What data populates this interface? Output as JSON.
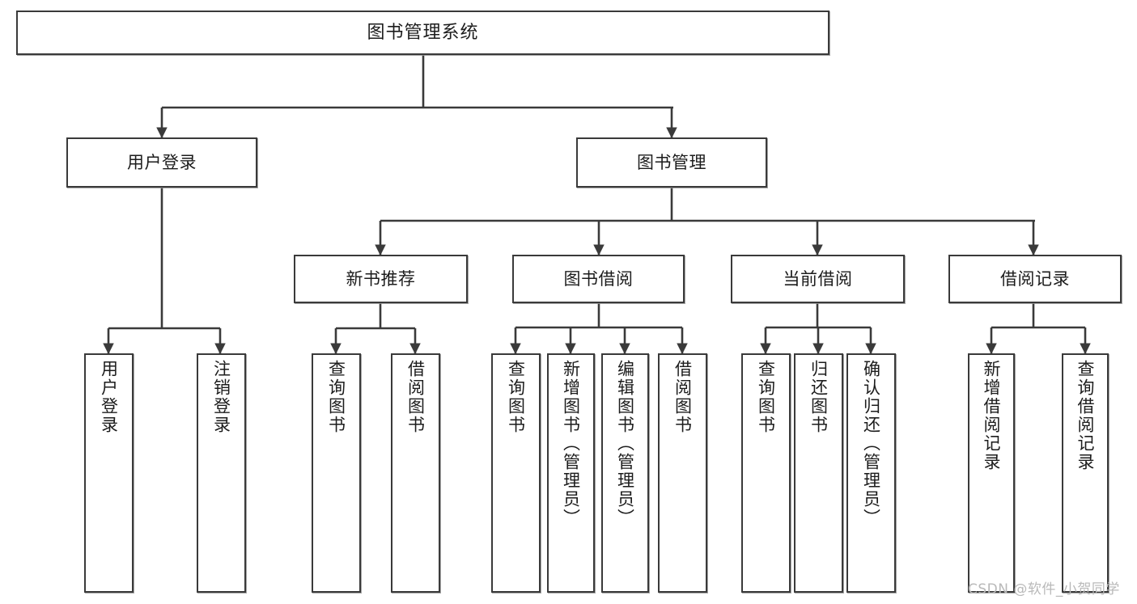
{
  "diagram": {
    "title": "图书管理系统",
    "type": "tree-hierarchy-chart",
    "watermark": "CSDN @软件_小贺同学",
    "levels": {
      "root": {
        "label": "图书管理系统"
      },
      "level2": [
        {
          "id": "user-login",
          "label": "用户登录"
        },
        {
          "id": "book-management",
          "label": "图书管理"
        }
      ],
      "level3": [
        {
          "id": "new-book-recommend",
          "label": "新书推荐",
          "parent": "book-management"
        },
        {
          "id": "book-borrow",
          "label": "图书借阅",
          "parent": "book-management"
        },
        {
          "id": "current-borrow",
          "label": "当前借阅",
          "parent": "book-management"
        },
        {
          "id": "borrow-record",
          "label": "借阅记录",
          "parent": "book-management"
        }
      ],
      "leaves": [
        {
          "id": "leaf-user-login",
          "label": "用户登录",
          "parent": "user-login"
        },
        {
          "id": "leaf-logout-login",
          "label": "注销登录",
          "parent": "user-login"
        },
        {
          "id": "leaf-query-book-1",
          "label": "查询图书",
          "parent": "new-book-recommend"
        },
        {
          "id": "leaf-borrow-book-1",
          "label": "借阅图书",
          "parent": "new-book-recommend"
        },
        {
          "id": "leaf-query-book-2",
          "label": "查询图书",
          "parent": "book-borrow"
        },
        {
          "id": "leaf-add-book",
          "label": "新增图书（管理员）",
          "parent": "book-borrow"
        },
        {
          "id": "leaf-edit-book",
          "label": "编辑图书（管理员）",
          "parent": "book-borrow"
        },
        {
          "id": "leaf-borrow-book-2",
          "label": "借阅图书",
          "parent": "book-borrow"
        },
        {
          "id": "leaf-query-book-3",
          "label": "查询图书",
          "parent": "current-borrow"
        },
        {
          "id": "leaf-return-book",
          "label": "归还图书",
          "parent": "current-borrow"
        },
        {
          "id": "leaf-confirm-return",
          "label": "确认归还（管理员）",
          "parent": "current-borrow"
        },
        {
          "id": "leaf-add-borrow-record",
          "label": "新增借阅记录",
          "parent": "borrow-record"
        },
        {
          "id": "leaf-query-borrow-record",
          "label": "查询借阅记录",
          "parent": "borrow-record"
        }
      ]
    },
    "colors": {
      "box_border": "#3a3a3a",
      "box_fill": "#ffffff",
      "connector": "#3a3a3a",
      "text": "#1c1c1c",
      "watermark": "#b9b9b9",
      "background": "#ffffff"
    }
  }
}
